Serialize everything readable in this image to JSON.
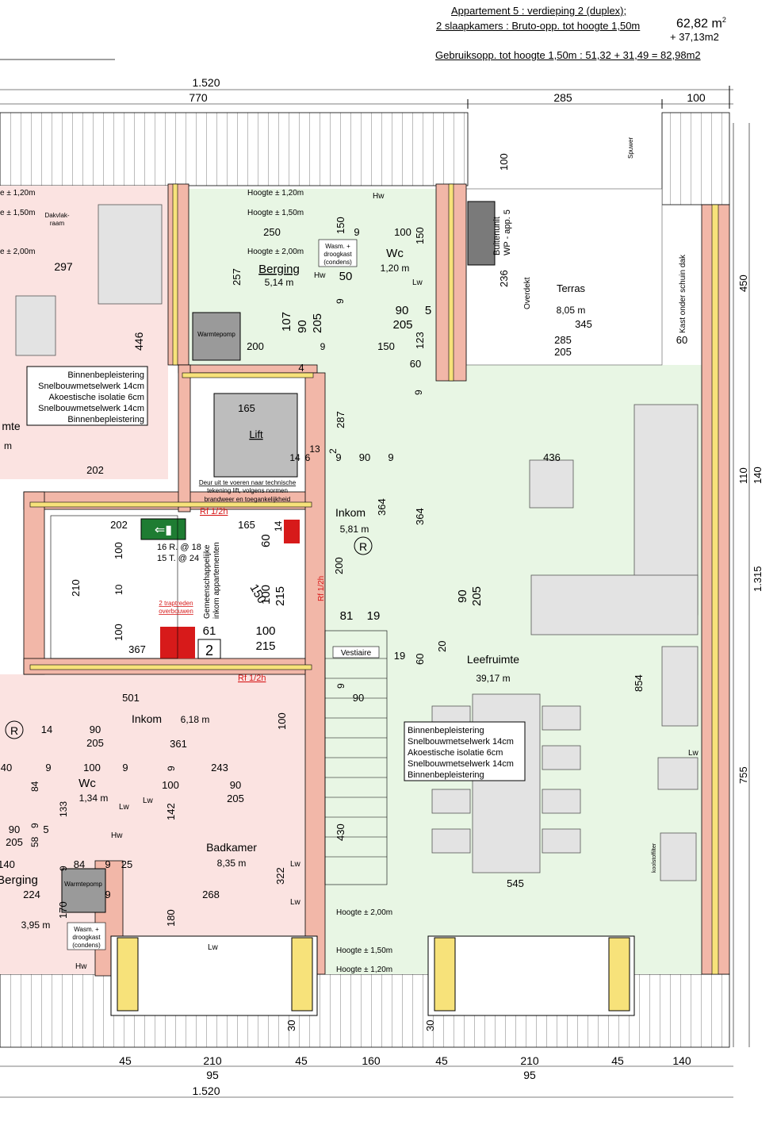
{
  "header": {
    "line1": "Appartement 5 : verdieping 2 (duplex);",
    "line2a": "2 slaapkamers : Bruto-opp. tot hoogte 1,50m",
    "line2b": "62,82 m",
    "line2sup": "2",
    "line3": "+ 37,13m2",
    "line4": "Gebruiksopp. tot hoogte 1,50m : 51,32 +  31,49 = 82,98m2"
  },
  "dims_top": {
    "total": "1.520",
    "d1": "770",
    "d2": "285",
    "d3": "100"
  },
  "dims_bottom": {
    "b1": "45",
    "b2": "210",
    "b2s": "95",
    "b3": "45",
    "b4": "160",
    "b5": "45",
    "b6": "210",
    "b6s": "95",
    "b7": "45",
    "b8": "140",
    "total": "1.520"
  },
  "dims_right": {
    "r1": "450",
    "r2": "110",
    "r3": "140",
    "r4": "1.315",
    "r5": "755"
  },
  "rooms": {
    "berging_top": {
      "name": "Berging",
      "area": "5,14 m",
      "sup": "2"
    },
    "wc_top": {
      "name": "Wc",
      "area": "1,20 m",
      "sup": "2"
    },
    "terras": {
      "name": "Terras",
      "area": "8,05 m",
      "sup": "2"
    },
    "lift": {
      "name": "Lift"
    },
    "inkom_top": {
      "name": "Inkom",
      "area": "5,81 m",
      "sup": "2"
    },
    "leefruimte": {
      "name": "Leefruimte",
      "area": "39,17 m",
      "sup": "2"
    },
    "inkom_bottom": {
      "name": "Inkom",
      "area": "6,18 m",
      "sup": "2"
    },
    "wc_bottom": {
      "name": "Wc",
      "area": "1,34 m",
      "sup": "2"
    },
    "badkamer": {
      "name": "Badkamer",
      "area": "8,35 m",
      "sup": "2"
    },
    "berging_bottom": {
      "name": "Berging",
      "area": "3,95 m",
      "sup": "2"
    },
    "left_partial": {
      "name": "mte",
      "area": "m",
      "sup": "2"
    }
  },
  "labels": {
    "hoogte120": "Hoogte ± 1,20m",
    "hoogte150": "Hoogte ± 1,50m",
    "hoogte200": "Hoogte ± 2,00m",
    "e120": "e ± 1,20m",
    "e150": "e ± 1,50m",
    "e200": "e ± 2,00m",
    "dakvlakraam": "Dakvlak- raam",
    "dakvlak1": "Dakvlak-",
    "dakvlak2": "raam",
    "warmtepomp": "Warmtepomp",
    "wasm1": "Wasm. +",
    "wasm2": "droogkast",
    "wasm3": "(condens)",
    "hw": "Hw",
    "lw": "Lw",
    "buitenunit1": "Buitenunit",
    "buitenunit2": "WP - app. 5",
    "overdekt": "Overdekt",
    "spuwer": "Spuwer",
    "kast": "Kast onder schuin dak",
    "deur1": "Deur uit te voeren naar technische",
    "deur2": "tekening lift, volgens normen",
    "deur3": "brandweer en toegankelijkheid",
    "rf": "Rf 1/2h",
    "gemeen1": "Gemeenschappelijke",
    "gemeen2": "inkom appartementen",
    "traptreden1": "2 traptreden",
    "traptreden2": "overbouwen",
    "stairs1": "16 R. @ 18",
    "stairs2": "15 T. @ 24",
    "vestiaire": "Vestiaire",
    "koolstoffilter": "koolstoffilter",
    "r_symbol": "R",
    "unit_badge": "2"
  },
  "wall_notes": {
    "n1": "Binnenbepleistering",
    "n2": "Snelbouwmetselwerk 14cm",
    "n3": "Akoestische isolatie 6cm",
    "n4": "Snelbouwmetselwerk 14cm",
    "n5": "Binnenbepleistering"
  },
  "dims_inner": {
    "d250": "250",
    "d150a": "150",
    "d9a": "9",
    "d100a": "100",
    "d150b": "150",
    "d297": "297",
    "d446": "446",
    "d257": "257",
    "d50": "50",
    "d9b": "9",
    "d90a": "90",
    "d5": "5",
    "d205a": "205",
    "d107": "107",
    "d90b": "90",
    "d205b": "205",
    "d9c": "9",
    "d200a": "200",
    "d150c": "150",
    "d123": "123",
    "d4": "4",
    "d60a": "60",
    "d9d": "9",
    "d287": "287",
    "d165a": "165",
    "d13": "13",
    "d14a": "14",
    "d6": "6",
    "d2": "2",
    "d9e": "9",
    "d90c": "90",
    "d9f": "9",
    "d436": "436",
    "d202a": "202",
    "d202b": "202",
    "d165b": "165",
    "d60b": "60",
    "d14b": "14",
    "d364a": "364",
    "d364b": "364",
    "d100b": "100",
    "d210": "210",
    "d18": "18",
    "d10": "10",
    "d15": "15",
    "d150d": "150",
    "d100c": "100",
    "d215a": "215",
    "d200b": "200",
    "d90d": "90",
    "d205c": "205",
    "d81": "81",
    "d19a": "19",
    "d61": "61",
    "d100d": "100",
    "d215b": "215",
    "d367": "367",
    "d100e": "100",
    "d20": "20",
    "d60c": "60",
    "d19b": "19",
    "d501": "501",
    "d9g": "9",
    "d90e": "90",
    "d854": "854",
    "d14c": "14",
    "d90f": "90",
    "d205d": "205",
    "d361": "361",
    "d100f": "100",
    "d40": "40",
    "d9h": "9",
    "d100g": "100",
    "d9i": "9",
    "d9j": "9",
    "d243": "243",
    "d84a": "84",
    "d100h": "100",
    "d90g": "90",
    "d205e": "205",
    "d133": "133",
    "d142": "142",
    "d9k": "9",
    "d5b": "5",
    "d58": "58",
    "d90h": "90",
    "d205f": "205",
    "d430": "430",
    "d140": "140",
    "d9l": "9",
    "d84b": "84",
    "d9m": "9",
    "d25": "25",
    "d545": "545",
    "d224": "224",
    "d9n": "9",
    "d268": "268",
    "d322": "322",
    "d170": "170",
    "d180": "180",
    "d30a": "30",
    "d30b": "30",
    "d345": "345",
    "d285": "285",
    "d205g": "205",
    "d60d": "60",
    "d236": "236",
    "d100i": "100"
  }
}
